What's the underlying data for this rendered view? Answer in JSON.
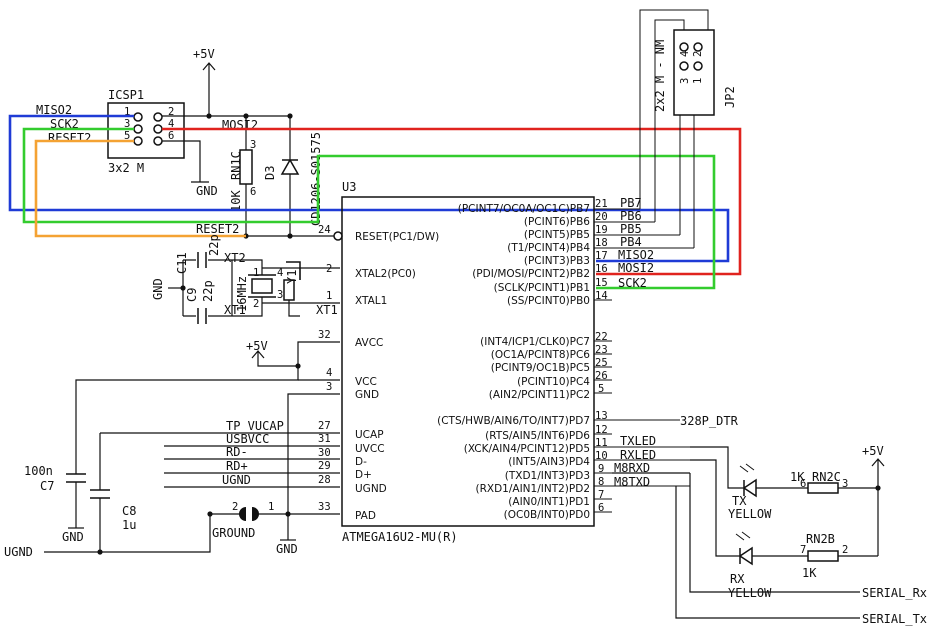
{
  "colors": {
    "miso": "#1f3bd6",
    "mosi": "#e0231e",
    "sck": "#33cc2e",
    "reset": "#f4a233",
    "ink": "#111111"
  },
  "power": {
    "vcc_label": "+5V",
    "gnd_label": "GND"
  },
  "icsp": {
    "ref": "ICSP1",
    "value": "3x2 M",
    "pins": [
      "1",
      "2",
      "3",
      "4",
      "5",
      "6"
    ],
    "nets": {
      "miso": "MISO2",
      "sck": "SCK2",
      "reset": "RESET2",
      "mosi": "MOSI2"
    }
  },
  "rn1": {
    "ref": "RN1C",
    "value": "10K",
    "pin_a": "3",
    "pin_b": "6"
  },
  "d3": {
    "ref": "D3",
    "part": "CD1206-S01575"
  },
  "crystal": {
    "c11": "C11",
    "c11_val": "22p",
    "c9": "C9",
    "c9_val": "22p",
    "xt2": "XT2",
    "xt1": "XT1",
    "freq": "16MHz",
    "y1": "Y1",
    "pin1": "1",
    "pin2": "2",
    "pin3": "3",
    "pin4": "4"
  },
  "jp2": {
    "ref": "JP2",
    "value": "2x2 M - NM",
    "pins": [
      "1",
      "2",
      "3",
      "4"
    ]
  },
  "u3": {
    "ref": "U3",
    "part": "ATMEGA16U2-MU(R)",
    "left_pins": [
      {
        "name": "RESET(PC1/DW)",
        "num": "24"
      },
      {
        "name": "XTAL2(PC0)",
        "num": "2"
      },
      {
        "name": "XTAL1",
        "num": "1"
      },
      {
        "name": "AVCC",
        "num": "32"
      },
      {
        "name": "VCC",
        "num": "4"
      },
      {
        "name": "GND",
        "num": "3"
      },
      {
        "name": "UCAP",
        "num": "27"
      },
      {
        "name": "UVCC",
        "num": "31"
      },
      {
        "name": "D-",
        "num": "30"
      },
      {
        "name": "D+",
        "num": "29"
      },
      {
        "name": "UGND",
        "num": "28"
      },
      {
        "name": "PAD",
        "num": "33"
      }
    ],
    "right_pins": [
      {
        "name": "(PCINT7/OC0A/OC1C)PB7",
        "num": "21"
      },
      {
        "name": "(PCINT6)PB6",
        "num": "20"
      },
      {
        "name": "(PCINT5)PB5",
        "num": "19"
      },
      {
        "name": "(T1/PCINT4)PB4",
        "num": "18"
      },
      {
        "name": "(PCINT3)PB3",
        "num": "17"
      },
      {
        "name": "(PDI/MOSI/PCINT2)PB2",
        "num": "16"
      },
      {
        "name": "(SCLK/PCINT1)PB1",
        "num": "15"
      },
      {
        "name": "(SS/PCINT0)PB0",
        "num": "14"
      },
      {
        "name": "(INT4/ICP1/CLK0)PC7",
        "num": "22"
      },
      {
        "name": "(OC1A/PCINT8)PC6",
        "num": "23"
      },
      {
        "name": "(PCINT9/OC1B)PC5",
        "num": "25"
      },
      {
        "name": "(PCINT10)PC4",
        "num": "26"
      },
      {
        "name": "(AIN2/PCINT11)PC2",
        "num": "5"
      },
      {
        "name": "(CTS/HWB/AIN6/TO/INT7)PD7",
        "num": "13"
      },
      {
        "name": "(RTS/AIN5/INT6)PD6",
        "num": "12"
      },
      {
        "name": "(XCK/AIN4/PCINT12)PD5",
        "num": "11"
      },
      {
        "name": "(INT5/AIN3)PD4",
        "num": "10"
      },
      {
        "name": "(TXD1/INT3)PD3",
        "num": "9"
      },
      {
        "name": "(RXD1/AIN1/INT2)PD2",
        "num": "8"
      },
      {
        "name": "(AIN0/INT1)PD1",
        "num": "7"
      },
      {
        "name": "(OC0B/INT0)PD0",
        "num": "6"
      }
    ]
  },
  "nets": {
    "pb7": "PB7",
    "pb6": "PB6",
    "pb5": "PB5",
    "pb4": "PB4",
    "miso": "MISO2",
    "mosi": "MOSI2",
    "sck": "SCK2",
    "reset": "RESET2",
    "dtr": "328P_DTR",
    "txled": "TXLED",
    "rxled": "RXLED",
    "m8rxd": "M8RXD",
    "m8txd": "M8TXD",
    "tp_vucap": "TP_VUCAP",
    "usbvcc": "USBVCC",
    "rd_minus": "RD-",
    "rd_plus": "RD+",
    "ugnd": "UGND",
    "xt1": "XT1",
    "serial_rx": "SERIAL_Rx",
    "serial_tx": "SERIAL_Tx"
  },
  "caps": {
    "c7": "C7",
    "c7_val": "100n",
    "c8": "C8",
    "c8_val": "1u"
  },
  "ground_jumper": {
    "label": "GROUND",
    "pin1": "1",
    "pin2": "2"
  },
  "leds": {
    "tx_ref": "TX",
    "tx_color": "YELLOW",
    "rx_ref": "RX",
    "rx_color": "YELLOW",
    "rn2c": "RN2C",
    "rn2c_val": "1K",
    "rn2c_p1": "6",
    "rn2c_p2": "3",
    "rn2b": "RN2B",
    "rn2b_val": "1K",
    "rn2b_p1": "7",
    "rn2b_p2": "2"
  }
}
